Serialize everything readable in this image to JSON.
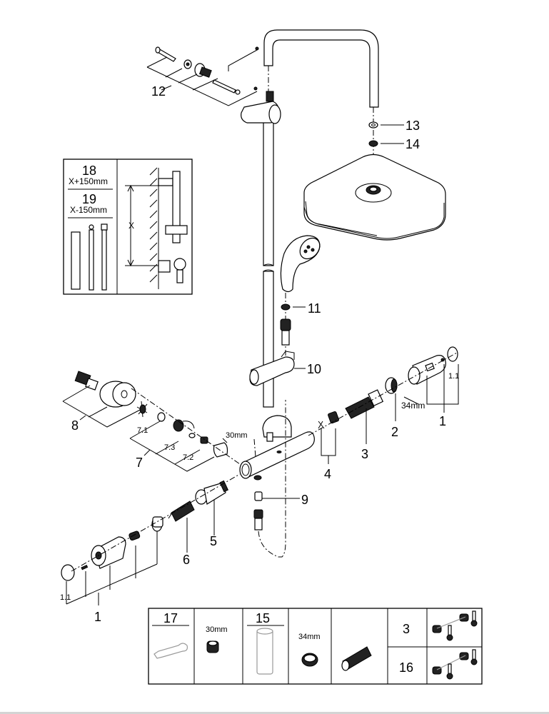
{
  "diagram": {
    "title": "Shower system exploded parts diagram",
    "callouts": {
      "p1_right": "1",
      "p1_1_right": "1.1",
      "p1_left": "1",
      "p1_1_left": "1.1",
      "p2": "2",
      "p3": "3",
      "p4": "4",
      "p5": "5",
      "p6": "6",
      "p7": "7",
      "p7_1": "7.1",
      "p7_2": "7.2",
      "p7_3": "7.3",
      "p8": "8",
      "p9": "9",
      "p10": "10",
      "p11": "11",
      "p12": "12",
      "p13": "13",
      "p14": "14"
    },
    "dimensions": {
      "nut_30": "30mm",
      "ring_34": "34mm"
    },
    "inset_extension": {
      "p18": "18",
      "p18_size": "X+150mm",
      "p19": "19",
      "p19_size": "X-150mm",
      "x_dim": "X"
    },
    "tools_table": {
      "p17": "17",
      "nut_size": "30mm",
      "p15": "15",
      "ring_size": "34mm",
      "row1_number": "3",
      "row2_number": "16"
    }
  }
}
